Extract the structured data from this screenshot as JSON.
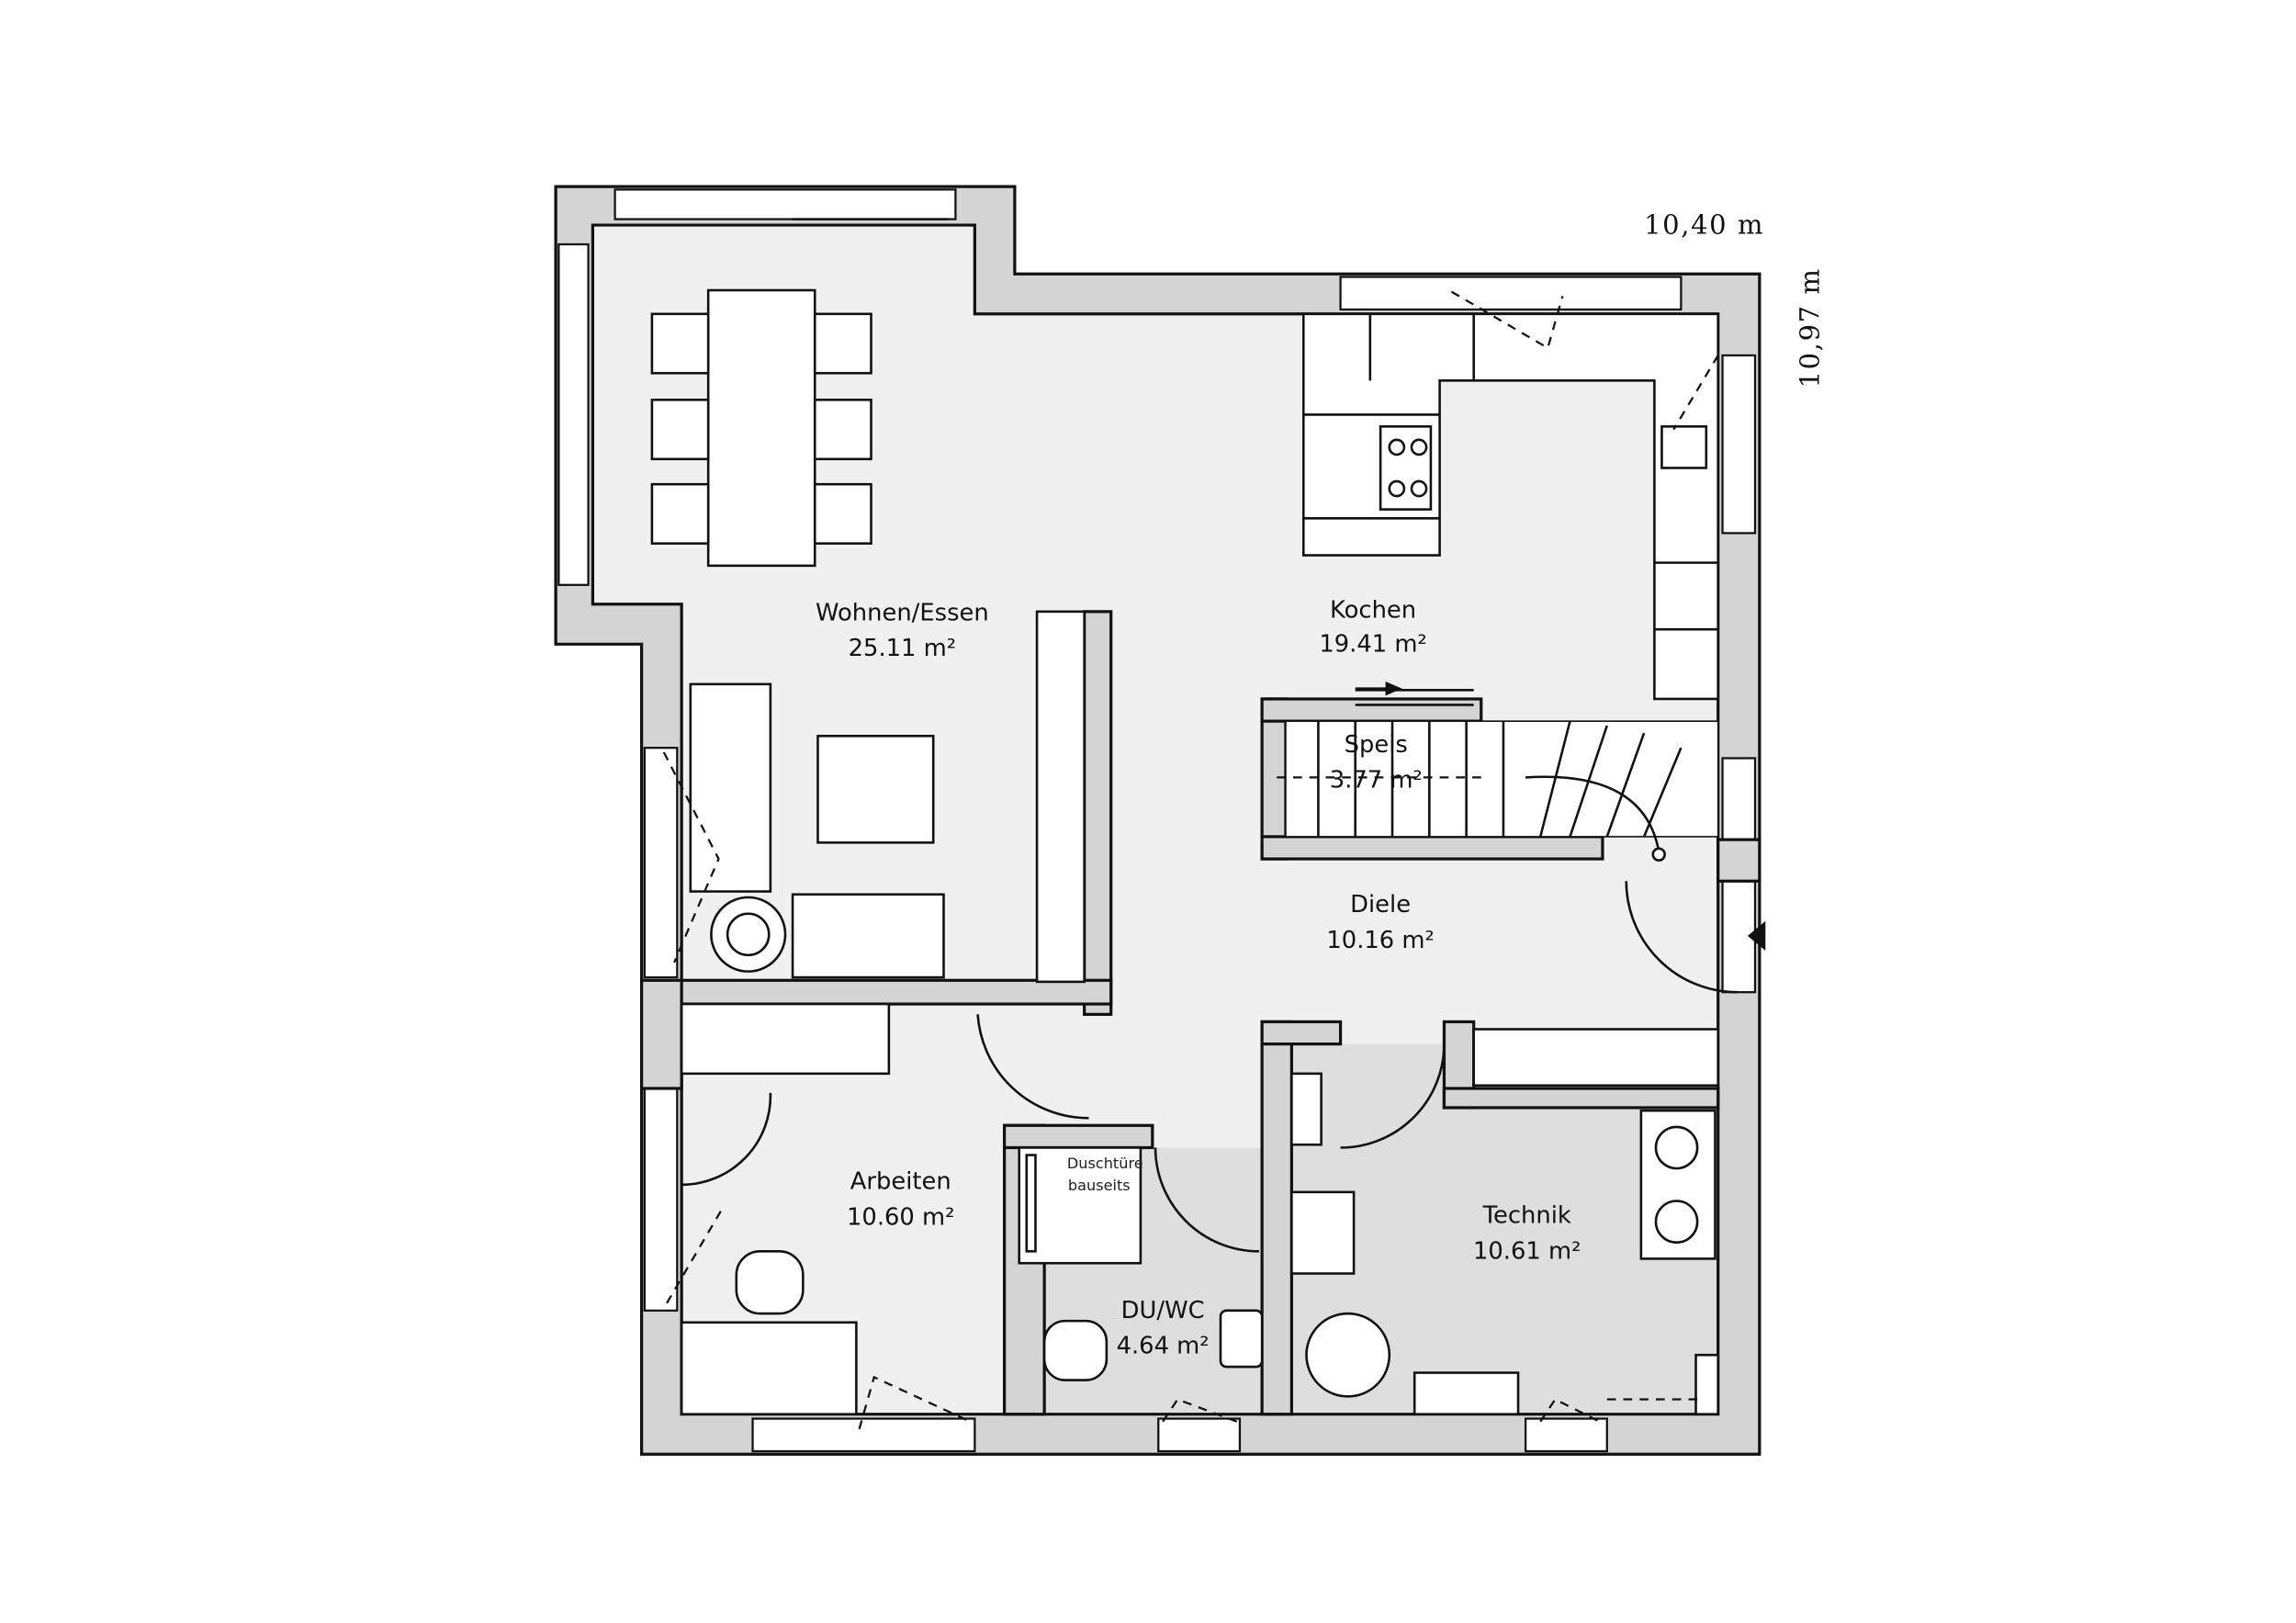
{
  "plan": {
    "dimensions": {
      "width": "10,40 m",
      "depth": "10,97 m"
    },
    "rooms": [
      {
        "name": "Wohnen/Essen",
        "area": "25.11 m²"
      },
      {
        "name": "Kochen",
        "area": "19.41 m²"
      },
      {
        "name": "Speis",
        "area": "3.77 m²"
      },
      {
        "name": "Diele",
        "area": "10.16 m²"
      },
      {
        "name": "Arbeiten",
        "area": "10.60 m²"
      },
      {
        "name": "DU/WC",
        "area": "4.64 m²"
      },
      {
        "name": "Technik",
        "area": "10.61 m²"
      }
    ],
    "notes": {
      "shower_line1": "Duschtüre",
      "shower_line2": "bauseits"
    }
  },
  "colors": {
    "wall": "#d4d4d4",
    "room": "#f0f0f0",
    "wet": "#dedede"
  }
}
